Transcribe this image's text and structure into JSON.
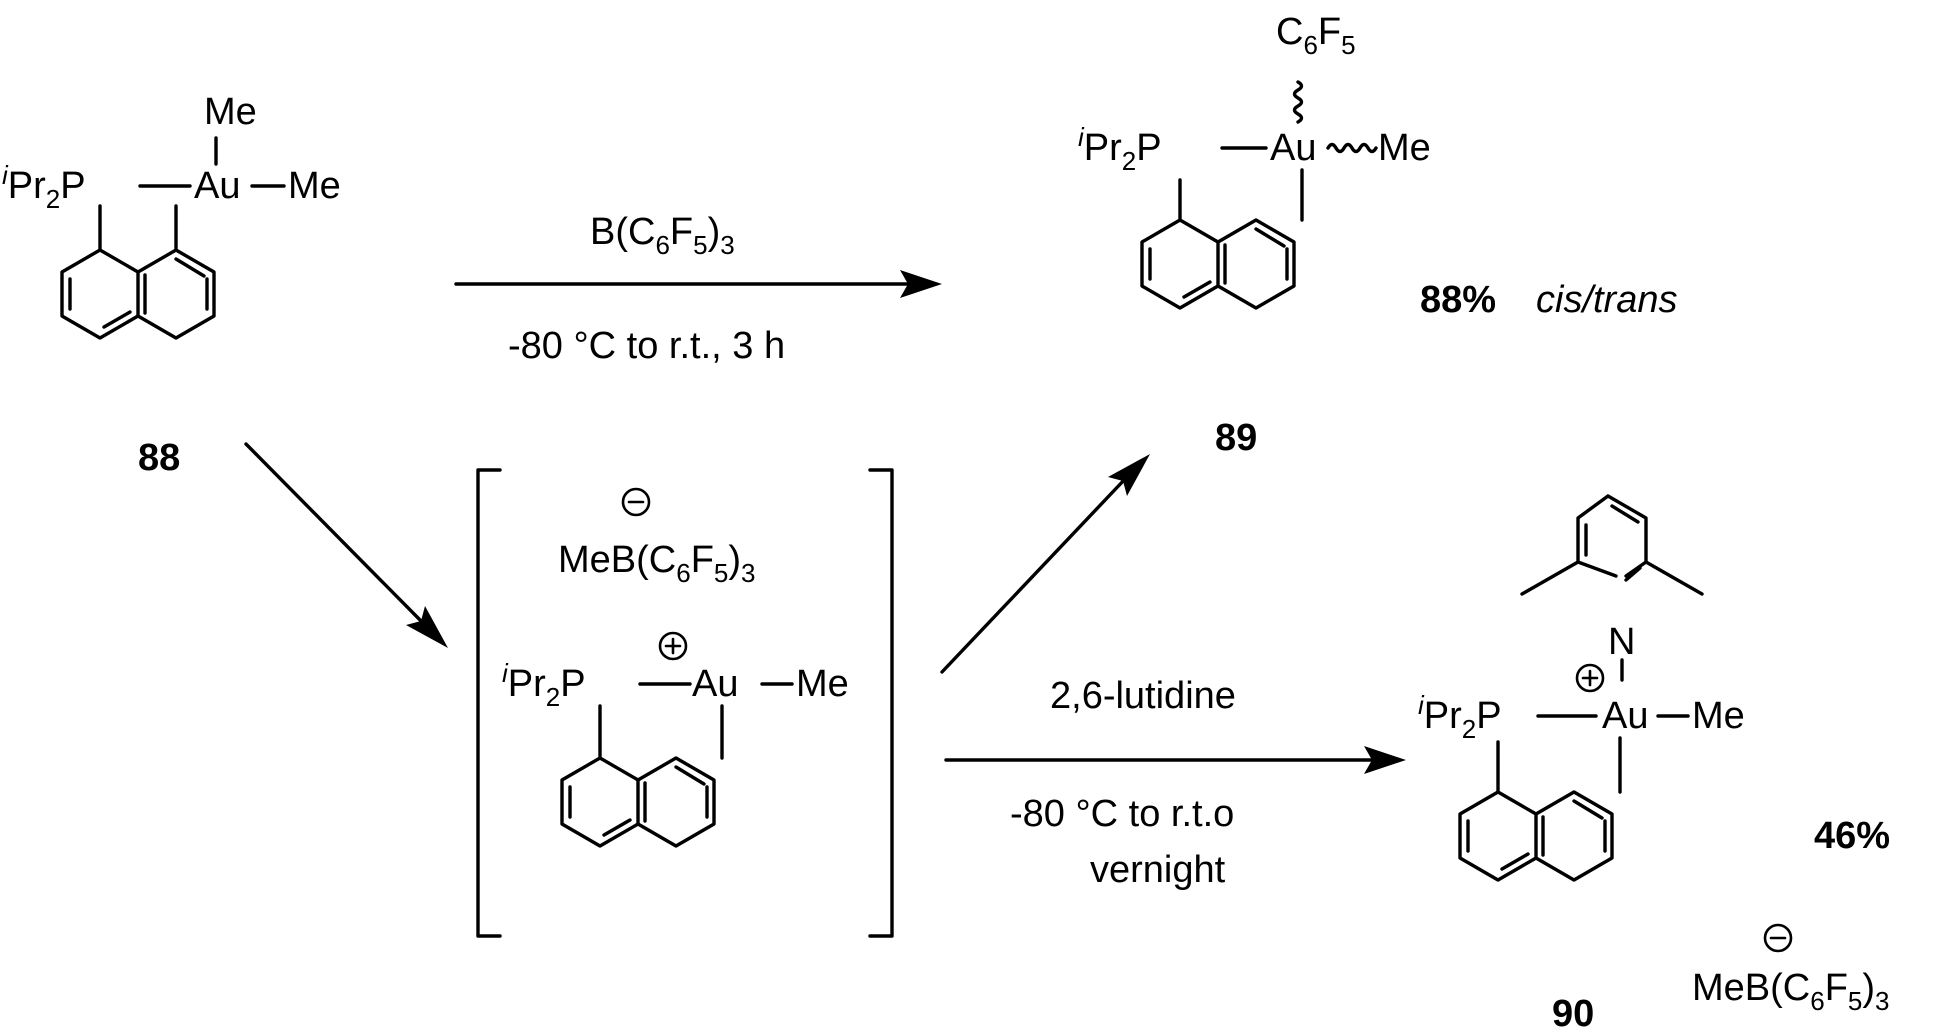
{
  "compounds": {
    "c88": {
      "label": "88",
      "phosphine": {
        "prefix": "i",
        "main": "Pr",
        "sub": "2",
        "atom": "P"
      },
      "gold": "Au",
      "methyl_top": "Me",
      "methyl_right": "Me"
    },
    "c89": {
      "label": "89",
      "phosphine": {
        "prefix": "i",
        "main": "Pr",
        "sub": "2",
        "atom": "P"
      },
      "gold": "Au",
      "methyl": "Me",
      "aryl": {
        "c": "C",
        "c_sub": "6",
        "f": "F",
        "f_sub": "5"
      },
      "yield": "88%",
      "isomers": "cis/trans"
    },
    "intermediate": {
      "anion": {
        "text": "MeB(C",
        "sub1": "6",
        "mid": "F",
        "sub2": "5",
        "close": ")",
        "sub3": "3"
      },
      "phosphine": {
        "prefix": "i",
        "main": "Pr",
        "sub": "2",
        "atom": "P"
      },
      "gold": "Au",
      "methyl": "Me"
    },
    "c90": {
      "label": "90",
      "phosphine": {
        "prefix": "i",
        "main": "Pr",
        "sub": "2",
        "atom": "P"
      },
      "gold": "Au",
      "methyl": "Me",
      "nitrogen": "N",
      "yield": "46%",
      "anion": {
        "text": "MeB(C",
        "sub1": "6",
        "mid": "F",
        "sub2": "5",
        "close": ")",
        "sub3": "3"
      }
    }
  },
  "arrows": {
    "top": {
      "reagent": {
        "text": "B(C",
        "sub1": "6",
        "mid": "F",
        "sub2": "5",
        "close": ")",
        "sub3": "3"
      },
      "conditions": "-80 °C to r.t., 3 h"
    },
    "bottom": {
      "reagent": "2,6-lutidine",
      "conditions_line1": "-80 °C to r.t.o",
      "conditions_line2": "vernight"
    }
  }
}
